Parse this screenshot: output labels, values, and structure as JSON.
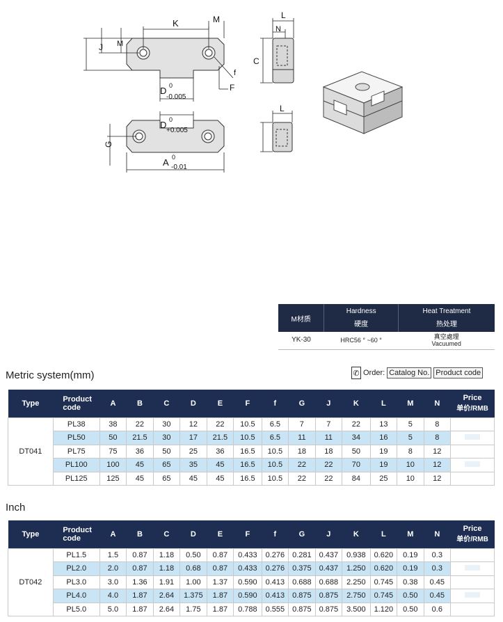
{
  "drawing": {
    "dims_top": [
      "K",
      "M",
      "J",
      "M",
      "f",
      "F",
      "D",
      "0",
      "-0.005"
    ],
    "dims_side_top": [
      "L",
      "N",
      "C"
    ],
    "dims_bottom": [
      "D",
      "0",
      "+0.005",
      "G",
      "A",
      "0",
      "-0.01"
    ],
    "dims_side_bottom": [
      "L"
    ]
  },
  "material": {
    "headers": {
      "m": "M材质",
      "hardness_en": "Hardness",
      "hardness_zh": "硬度",
      "heat_en": "Heat Treatment",
      "heat_zh": "热处理"
    },
    "row": {
      "m": "YK-30",
      "hardness": "HRC56 ° ~60 °",
      "heat_zh": "真空處理",
      "heat_en": "Vacuumed"
    }
  },
  "metric": {
    "title": "Metric system(mm)",
    "headers": [
      "Type",
      "Product code",
      "A",
      "B",
      "C",
      "D",
      "E",
      "F",
      "f",
      "G",
      "J",
      "K",
      "L",
      "M",
      "N",
      "Price"
    ],
    "price_zh": "单价/RMB",
    "type": "DT041",
    "rows": [
      [
        "PL38",
        "38",
        "22",
        "30",
        "12",
        "22",
        "10.5",
        "6.5",
        "7",
        "7",
        "22",
        "13",
        "5",
        "8"
      ],
      [
        "PL50",
        "50",
        "21.5",
        "30",
        "17",
        "21.5",
        "10.5",
        "6.5",
        "11",
        "11",
        "34",
        "16",
        "5",
        "8"
      ],
      [
        "PL75",
        "75",
        "36",
        "50",
        "25",
        "36",
        "16.5",
        "10.5",
        "18",
        "18",
        "50",
        "19",
        "8",
        "12"
      ],
      [
        "PL100",
        "100",
        "45",
        "65",
        "35",
        "45",
        "16.5",
        "10.5",
        "22",
        "22",
        "70",
        "19",
        "10",
        "12"
      ],
      [
        "PL125",
        "125",
        "45",
        "65",
        "45",
        "45",
        "16.5",
        "10.5",
        "22",
        "22",
        "84",
        "25",
        "10",
        "12"
      ]
    ]
  },
  "inch": {
    "title": "Inch",
    "type": "DT042",
    "rows": [
      [
        "PL1.5",
        "1.5",
        "0.87",
        "1.18",
        "0.50",
        "0.87",
        "0.433",
        "0.276",
        "0.281",
        "0.437",
        "0.938",
        "0.620",
        "0.19",
        "0.3"
      ],
      [
        "PL2.0",
        "2.0",
        "0.87",
        "1.18",
        "0.68",
        "0.87",
        "0.433",
        "0.276",
        "0.375",
        "0.437",
        "1.250",
        "0.620",
        "0.19",
        "0.3"
      ],
      [
        "PL3.0",
        "3.0",
        "1.36",
        "1.91",
        "1.00",
        "1.37",
        "0.590",
        "0.413",
        "0.688",
        "0.688",
        "2.250",
        "0.745",
        "0.38",
        "0.45"
      ],
      [
        "PL4.0",
        "4.0",
        "1.87",
        "2.64",
        "1.375",
        "1.87",
        "0.590",
        "0.413",
        "0.875",
        "0.875",
        "2.750",
        "0.745",
        "0.50",
        "0.45"
      ],
      [
        "PL5.0",
        "5.0",
        "1.87",
        "2.64",
        "1.75",
        "1.87",
        "0.788",
        "0.555",
        "0.875",
        "0.875",
        "3.500",
        "1.120",
        "0.50",
        "0.6"
      ]
    ]
  },
  "order": {
    "label": "Order:",
    "catalog": "Catalog No.",
    "product": "Product code"
  }
}
